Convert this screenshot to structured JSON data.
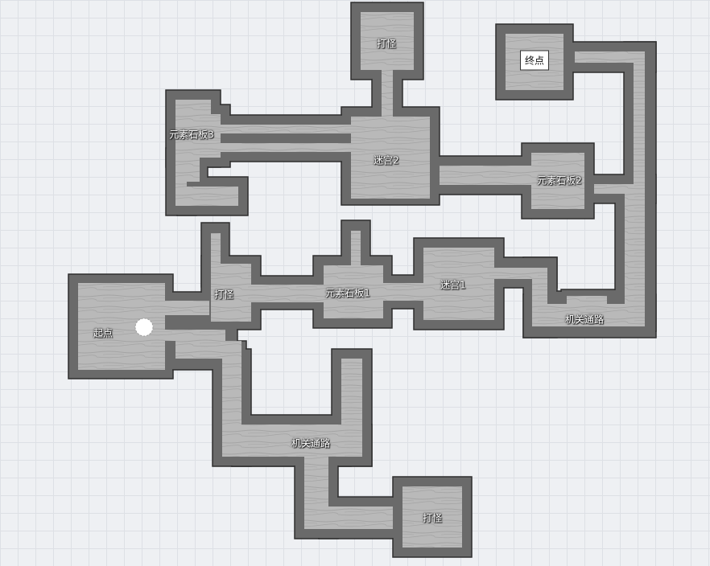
{
  "map": {
    "colors": {
      "wall": "#6a6a6a",
      "wall_edge": "#2e2e2e",
      "floor": "#b9b9b9",
      "floor_grain": "#a4a4a4",
      "player": "#ffffff"
    },
    "rooms": {
      "start": {
        "label": "起点"
      },
      "fight_1": {
        "label": "打怪"
      },
      "fight_2": {
        "label": "打怪"
      },
      "fight_3": {
        "label": "打怪"
      },
      "element_tablet_1": {
        "label": "元素石板1"
      },
      "element_tablet_2": {
        "label": "元素石板2"
      },
      "element_tablet_3": {
        "label": "元素石板3"
      },
      "maze_1": {
        "label": "迷宫1"
      },
      "maze_2": {
        "label": "迷宫2"
      },
      "trap_path_1": {
        "label": "机关通路"
      },
      "trap_path_2": {
        "label": "机关通路"
      },
      "goal": {
        "label": "终点"
      }
    },
    "player_marker": {
      "icon": "player-token-icon"
    }
  }
}
